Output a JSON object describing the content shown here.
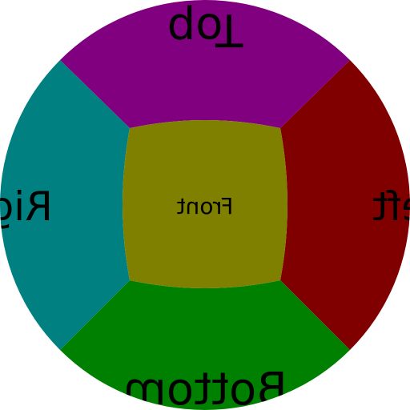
{
  "faces": {
    "front": {
      "label": "Front",
      "color": "#808000"
    },
    "top": {
      "label": "Top",
      "color": "#800080"
    },
    "left": {
      "label": "Left",
      "color": "#800000"
    },
    "right": {
      "label": "Right",
      "color": "#008080"
    },
    "bottom": {
      "label": "Bottom",
      "color": "#008000"
    }
  },
  "projection": "circular fisheye cube map",
  "mirrored": true
}
